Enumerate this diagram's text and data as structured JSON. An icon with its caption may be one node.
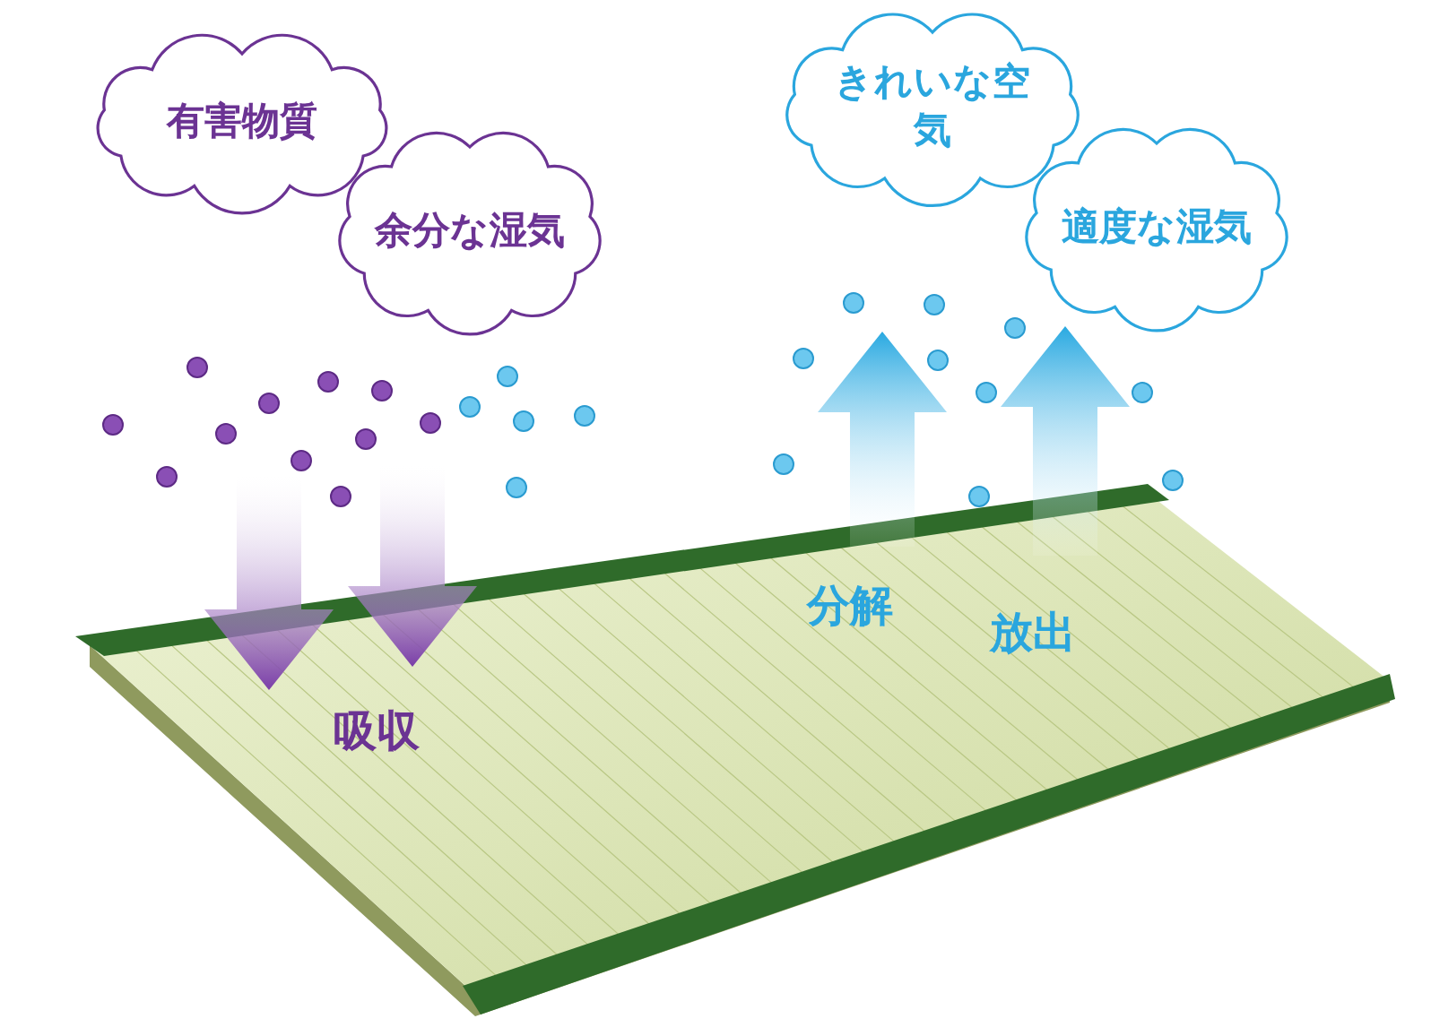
{
  "diagram": {
    "nodes": [
      {
        "text": [
          "有害物質"
        ]
      },
      {
        "text": [
          "余分な湿気"
        ]
      },
      {
        "text": [
          "きれいな空気"
        ]
      },
      {
        "text": [
          "適度な湿気"
        ]
      }
    ],
    "labels": [
      "吸収",
      "分解",
      "放出"
    ]
  }
}
